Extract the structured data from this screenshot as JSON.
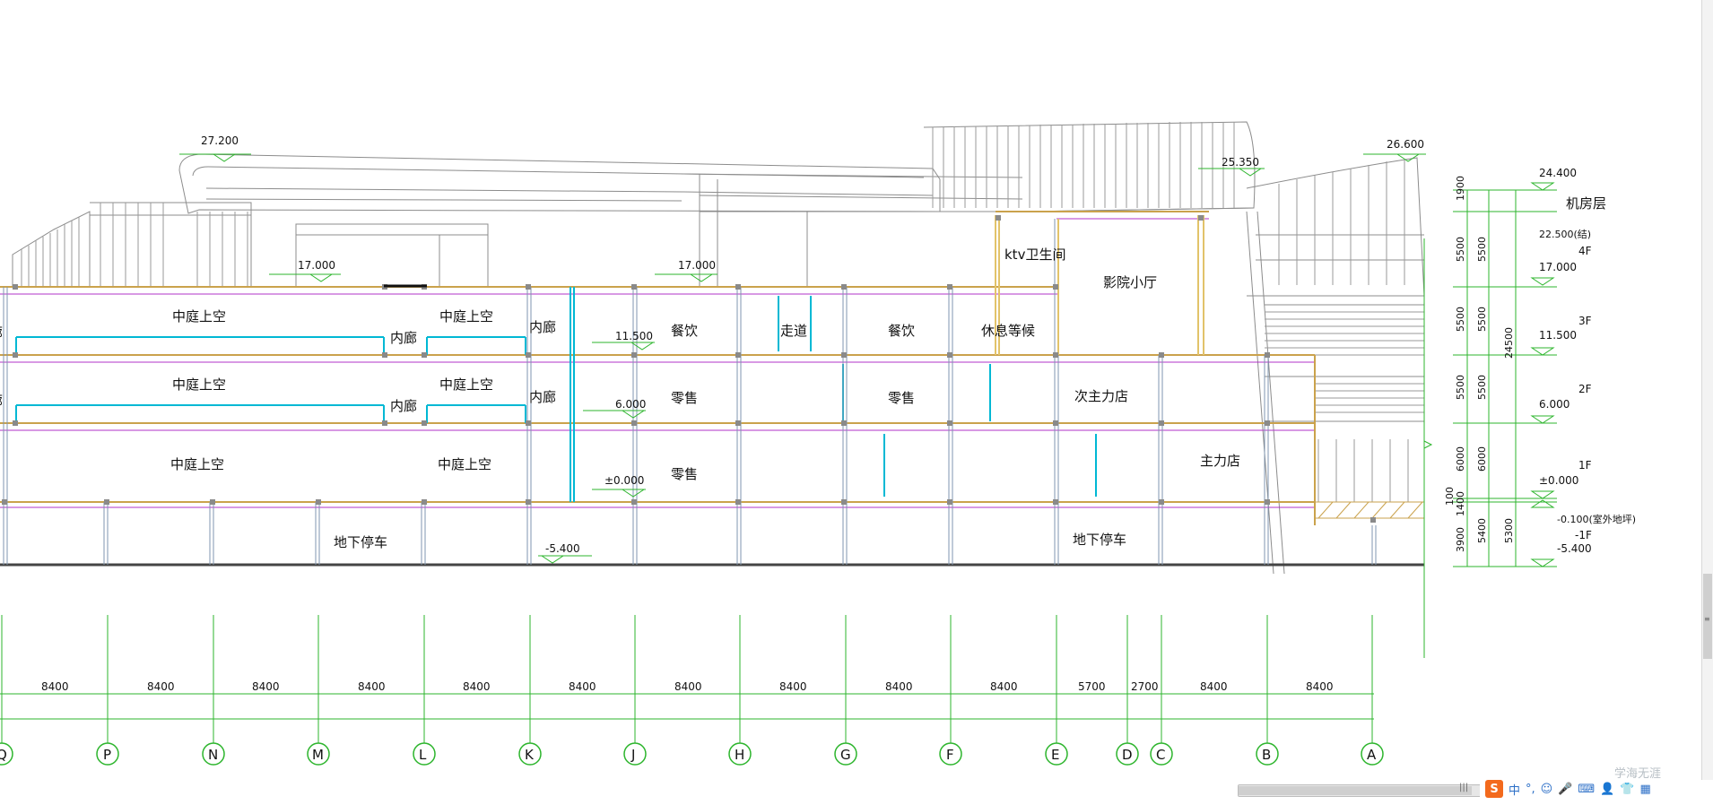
{
  "drawing": {
    "levels": {
      "top_left": "27.200",
      "roof_mid": "25.350",
      "roof_right": "26.600",
      "left_17": "17.000",
      "mid_17": "17.000",
      "l_11500": "11.500",
      "l_6000": "6.000",
      "l_0": "±0.000",
      "l_neg": "-5.400"
    },
    "rooms": {
      "atrium1": "中庭上空",
      "atrium2": "中庭上空",
      "atrium3": "中庭上空",
      "atrium4": "中庭上空",
      "atrium5": "中庭上空",
      "atrium6": "中庭上空",
      "corridor_a": "内廊",
      "corridor_b": "内廊",
      "corridor_c": "内廊",
      "corridor_d": "内廊",
      "edge1": "廊",
      "edge2": "廊",
      "dining1": "餐饮",
      "walkway": "走道",
      "dining2": "餐饮",
      "lounge": "休息等候",
      "ktv": "ktv卫生间",
      "cinema": "影院小厅",
      "retail1": "零售",
      "retail2": "零售",
      "sub_anchor": "次主力店",
      "retail3": "零售",
      "anchor": "主力店",
      "parking1": "地下停车",
      "parking2": "地下停车"
    },
    "spans": [
      "8400",
      "8400",
      "8400",
      "8400",
      "8400",
      "8400",
      "8400",
      "8400",
      "8400",
      "8400",
      "5700",
      "2700",
      "8400",
      "8400"
    ],
    "axes": [
      "Q",
      "P",
      "N",
      "M",
      "L",
      "K",
      "J",
      "H",
      "G",
      "F",
      "E",
      "D",
      "C",
      "B",
      "A"
    ],
    "right_dims": {
      "a1": "1900",
      "a2": "5500",
      "a3": "5500",
      "a4": "5500",
      "a5": "6000",
      "a6": "1400",
      "a7": "3900",
      "a8": "100",
      "b1": "5500",
      "b2": "5500",
      "b3": "5500",
      "b4": "6000",
      "b5": "5400",
      "b6": "5300",
      "total": "24500"
    },
    "floor_labels": {
      "lvl_24400": "24.400",
      "machine": "机房层",
      "lvl_22500": "22.500(结)",
      "f4": "4F",
      "lvl_17000": "17.000",
      "f3": "3F",
      "lvl_11500": "11.500",
      "f2": "2F",
      "lvl_6000": "6.000",
      "f1": "1F",
      "lvl_0": "±0.000",
      "outdoor": "-0.100(室外地坪)",
      "b1": "-1F",
      "lvl_neg": "-5.400"
    }
  },
  "ui": {
    "ime_lang": "中",
    "ime_punct": "°,",
    "watermark": "学海无涯"
  }
}
